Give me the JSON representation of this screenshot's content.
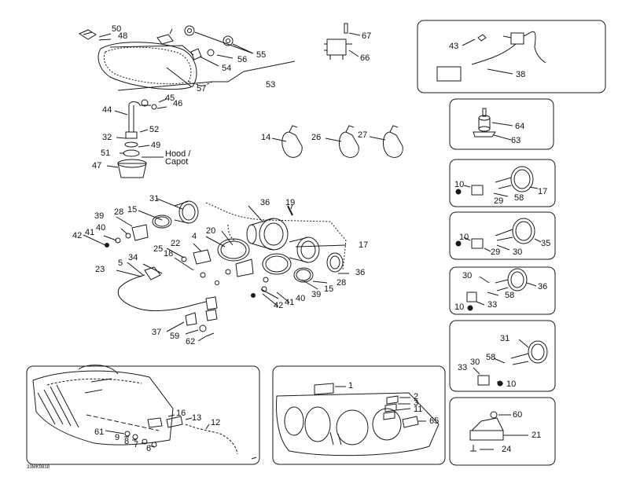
{
  "diagram": {
    "reference_code": "33MK9818",
    "hood_caption": [
      "Hood /",
      "Capot"
    ],
    "part_labels": [
      "50",
      "48",
      "55",
      "56",
      "54",
      "57",
      "53",
      "67",
      "66",
      "43",
      "38",
      "44",
      "45",
      "46",
      "52",
      "32",
      "49",
      "51",
      "47",
      "64",
      "63",
      "14",
      "26",
      "27",
      "10",
      "17",
      "58",
      "29",
      "19",
      "31",
      "36",
      "15",
      "28",
      "39",
      "40",
      "41",
      "42",
      "35",
      "30",
      "20",
      "22",
      "4",
      "25",
      "18",
      "34",
      "5",
      "23",
      "33",
      "37",
      "59",
      "62",
      "60",
      "21",
      "24",
      "1",
      "2",
      "3",
      "11",
      "65",
      "16",
      "13",
      "12",
      "61",
      "9",
      "8",
      "7",
      "6"
    ]
  }
}
